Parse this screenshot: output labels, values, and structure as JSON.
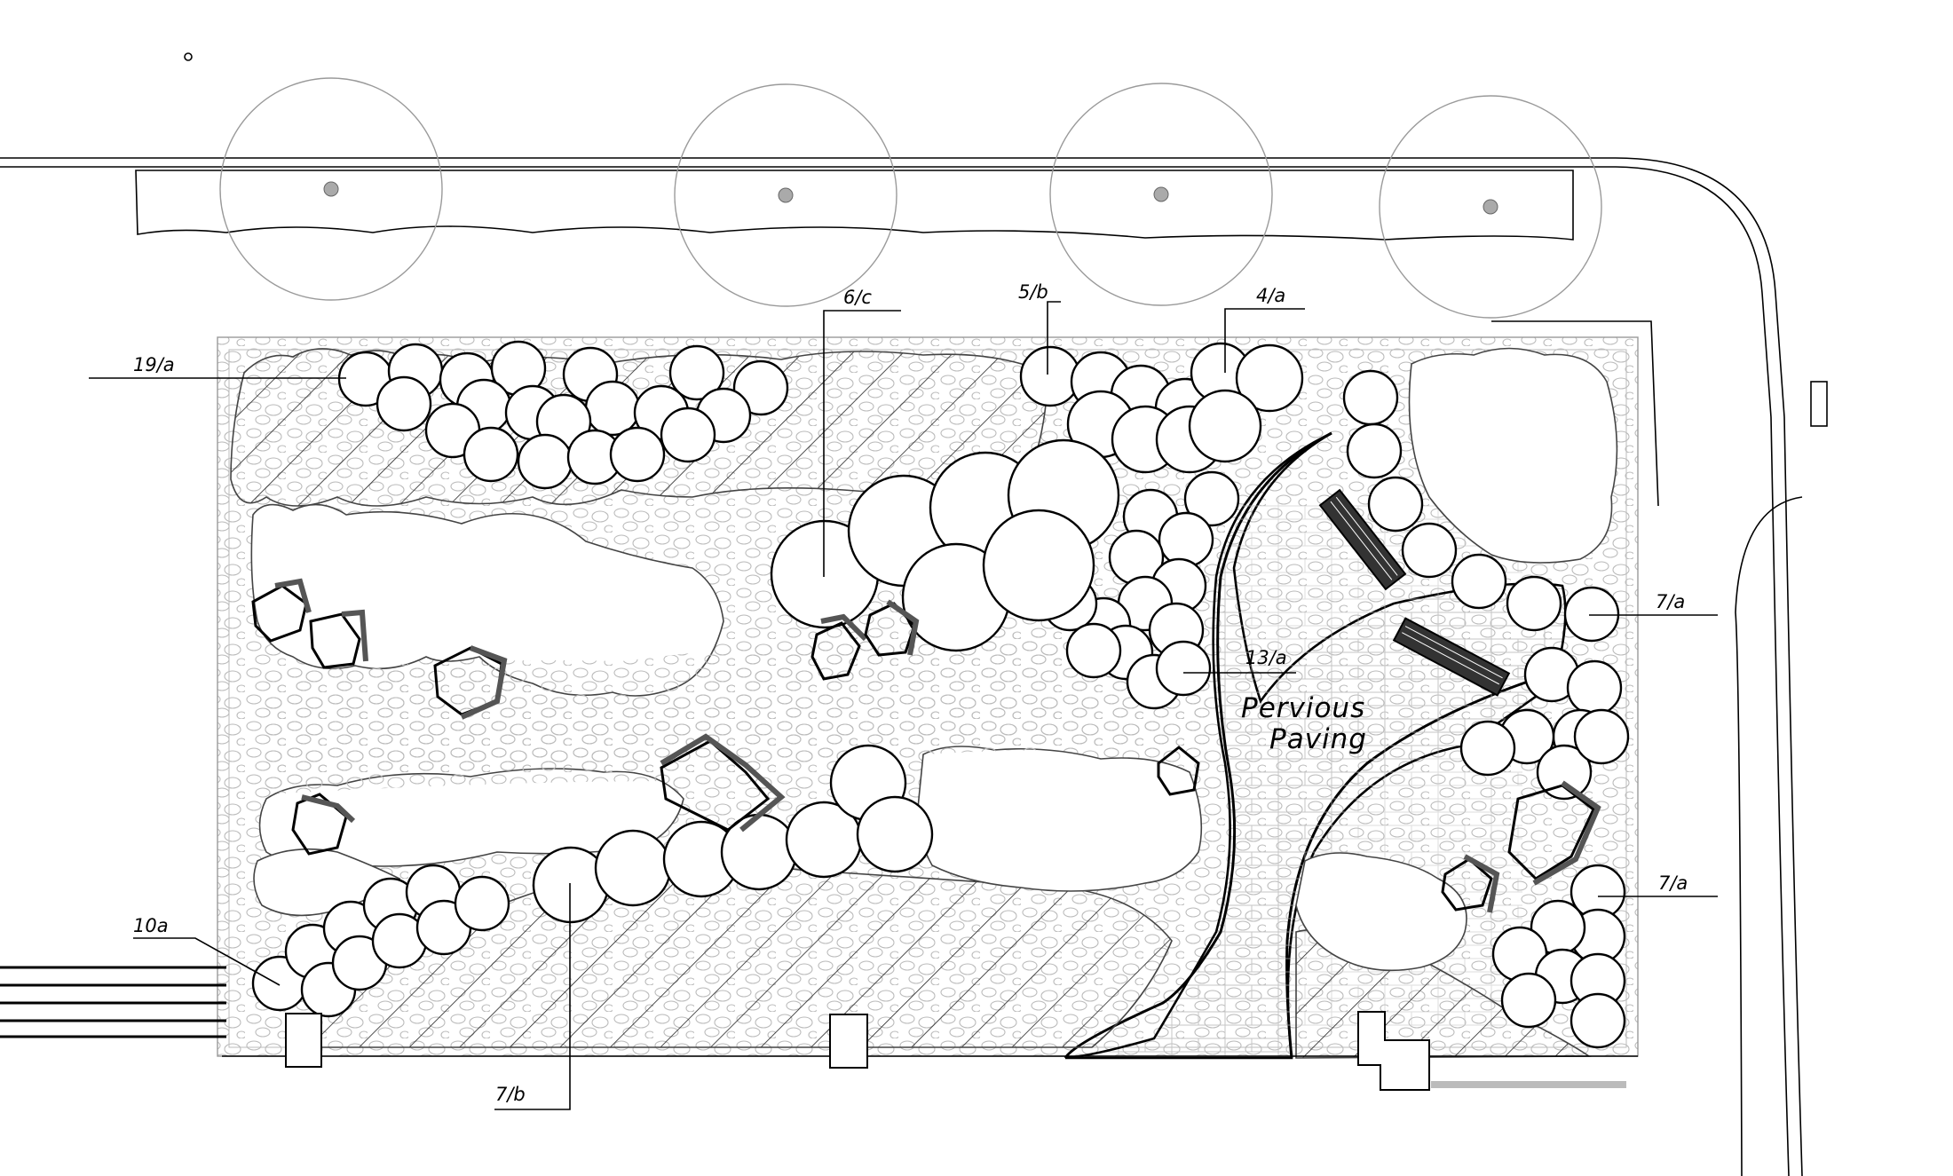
{
  "labels": {
    "l19a": "19/a",
    "l6c": "6/c",
    "l5b": "5/b",
    "l4a": "4/a",
    "l7a_top": "7/a",
    "l13a": "13/a",
    "l7a_bottom": "7/a",
    "l10a": "10a",
    "l7b": "7/b",
    "paving_line1": "Pervious",
    "paving_line2": "Paving"
  }
}
